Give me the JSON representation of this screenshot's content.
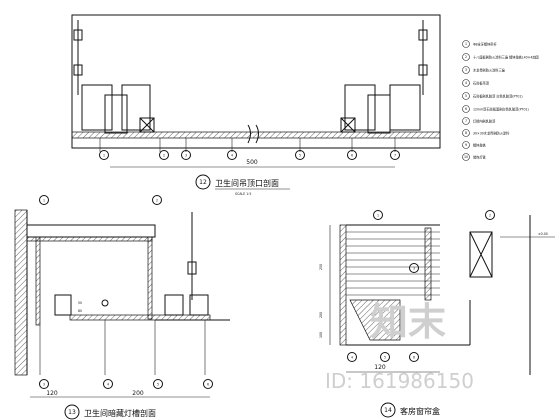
{
  "top_section": {
    "caption_number": "12",
    "caption": "卫生间吊顶口剖面",
    "scale": "SCALE 1:5",
    "dimension": "500",
    "callout_numbers": [
      "1",
      "2",
      "3",
      "4",
      "5",
      "6",
      "7"
    ]
  },
  "legend": {
    "items": [
      {
        "num": "1",
        "text": "Φ8全牙镀锌吊杆"
      },
      {
        "num": "2",
        "text": "十八厘板刷防火涂料三遍 镀锌角铁L40×4加固"
      },
      {
        "num": "3",
        "text": "木龙骨刷防火涂料三遍"
      },
      {
        "num": "4",
        "text": "石膏板吊顶"
      },
      {
        "num": "5",
        "text": "石膏板刷乳胶漆 白色乳胶漆(PT01)"
      },
      {
        "num": "6",
        "text": "12mm厚石膏板面刷白色乳胶漆(PT01)"
      },
      {
        "num": "7",
        "text": "灯槽内刷乳胶漆"
      },
      {
        "num": "8",
        "text": "30×30木龙骨刷防火涂料"
      },
      {
        "num": "9",
        "text": "镀锌角铁"
      },
      {
        "num": "10",
        "text": "装饰灯管"
      }
    ]
  },
  "left_section": {
    "caption_number": "13",
    "caption": "卫生间暗藏灯槽剖面",
    "dim_left": "120",
    "dim_mid": "200",
    "side_dims": [
      "50",
      "80"
    ],
    "callout_numbers": [
      "1",
      "2",
      "3",
      "4",
      "5",
      "6"
    ]
  },
  "right_section": {
    "caption_number": "14",
    "caption": "客房窗帘盒",
    "level": "±0.00",
    "dims_vertical": [
      "250",
      "200",
      "100"
    ],
    "dim_bottom": "120",
    "callout_numbers": [
      "1",
      "2",
      "3",
      "4",
      "5",
      "6"
    ]
  },
  "watermark": {
    "logo_text": "知末",
    "id_text": "ID: 161986150"
  }
}
